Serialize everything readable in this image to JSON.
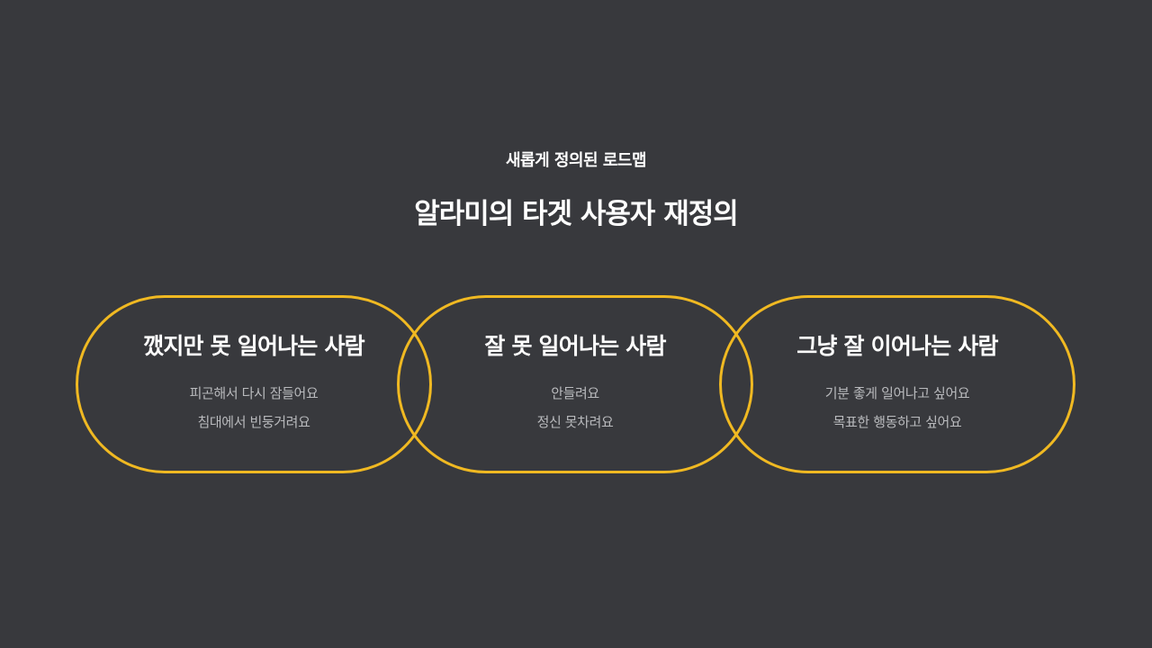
{
  "header": {
    "subtitle": "새롭게 정의된 로드맵",
    "title": "알라미의 타겟 사용자 재정의"
  },
  "colors": {
    "background": "#38393d",
    "accent": "#f0b922",
    "text": "#ffffff",
    "muted_text": "#b9babd"
  },
  "cards": [
    {
      "heading": "깼지만 못 일어나는 사람",
      "lines": [
        "피곤해서 다시 잠들어요",
        "침대에서 빈둥거려요"
      ]
    },
    {
      "heading": "잘 못 일어나는 사람",
      "lines": [
        "안들려요",
        "정신 못차려요"
      ]
    },
    {
      "heading": "그냥 잘 이어나는 사람",
      "lines": [
        "기분 좋게 일어나고 싶어요",
        "목표한 행동하고 싶어요"
      ]
    }
  ]
}
